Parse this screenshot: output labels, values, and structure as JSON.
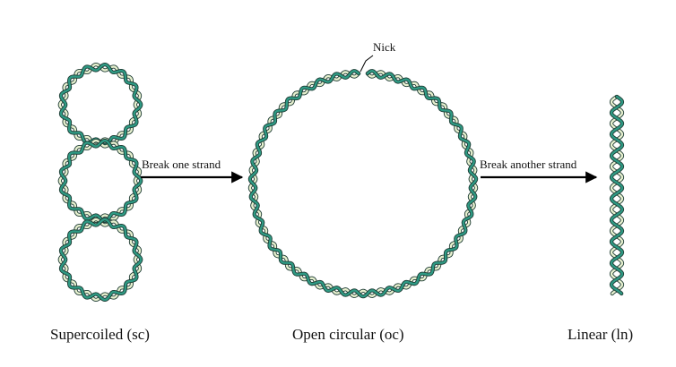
{
  "labels": {
    "nick": "Nick",
    "break_one": "Break one strand",
    "break_another": "Break another strand"
  },
  "captions": {
    "supercoiled": "Supercoiled (sc)",
    "open_circular": "Open circular (oc)",
    "linear": "Linear (ln)"
  },
  "colors": {
    "strand_teal": "#2f9a84",
    "strand_light": "#e7f0cf",
    "strand_outline": "#1d3b33",
    "arrow": "#000000",
    "text": "#111111"
  },
  "icons": {
    "supercoiled": "supercoiled-dna-icon",
    "open_circular": "open-circular-dna-icon",
    "linear": "linear-dna-icon",
    "arrow": "right-arrow-icon"
  }
}
